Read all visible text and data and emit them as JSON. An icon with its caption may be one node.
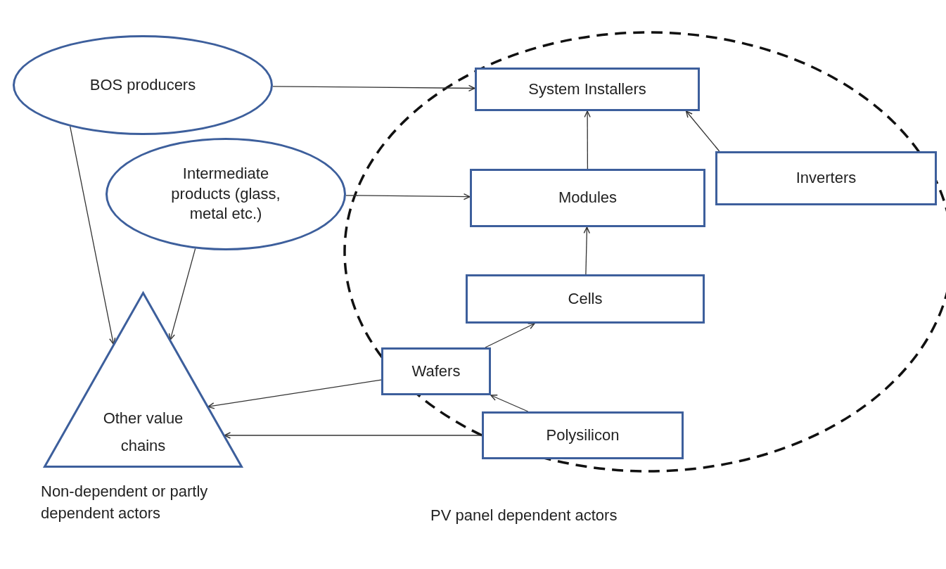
{
  "diagram": {
    "nodes": [
      {
        "text": [
          "BOS producers"
        ]
      },
      {
        "text": [
          "Intermediate products (glass, metal etc.)"
        ]
      },
      {
        "text": [
          "Other value chains"
        ]
      },
      {
        "text": [
          "System Installers"
        ]
      },
      {
        "text": [
          "Modules"
        ]
      },
      {
        "text": [
          "Inverters"
        ]
      },
      {
        "text": [
          "Cells"
        ]
      },
      {
        "text": [
          "Wafers"
        ]
      },
      {
        "text": [
          "Polysilicon"
        ]
      }
    ],
    "edges": [
      {
        "from": 0,
        "to": 3,
        "arrow": "to"
      },
      {
        "from": 1,
        "to": 4,
        "arrow": "to"
      },
      {
        "from": 0,
        "to": 2,
        "arrow": "to"
      },
      {
        "from": 1,
        "to": 2,
        "arrow": "to"
      },
      {
        "from": 4,
        "to": 3,
        "arrow": "to"
      },
      {
        "from": 5,
        "to": 3,
        "arrow": "to"
      },
      {
        "from": 6,
        "to": 4,
        "arrow": "to"
      },
      {
        "from": 7,
        "to": 6,
        "arrow": "to"
      },
      {
        "from": 8,
        "to": 7,
        "arrow": "to"
      },
      {
        "from": 7,
        "to": 2,
        "arrow": "to"
      },
      {
        "from": 8,
        "to": 2,
        "arrow": "to"
      }
    ],
    "labels": [
      "Non-dependent or partly dependent actors",
      "PV panel dependent actors"
    ]
  }
}
